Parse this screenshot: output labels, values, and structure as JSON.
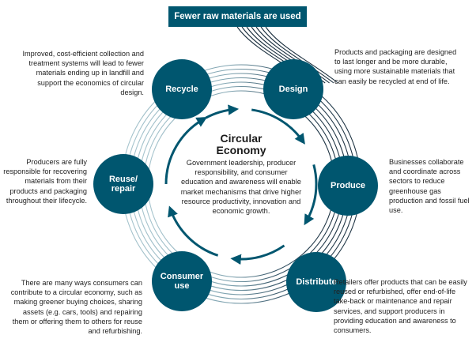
{
  "title_box": "Fewer raw materials are used",
  "center": {
    "title": "Circular\nEconomy",
    "body": "Government leadership, producer responsibility, and consumer education and awareness will enable market mechanisms that drive higher resource productivity, innovation and economic growth."
  },
  "stages": [
    {
      "id": "recycle",
      "label": "Recycle",
      "description": "Improved, cost-efficient collection and treatment systems will lead to fewer materials ending up in landfill and support the economics of circular design."
    },
    {
      "id": "design",
      "label": "Design",
      "description": "Products and packaging are designed to last longer and be more durable, using more sustainable materials that can easily be recycled at end of life."
    },
    {
      "id": "produce",
      "label": "Produce",
      "description": "Businesses collaborate and coordinate across sectors to reduce greenhouse gas production and fossil fuel use."
    },
    {
      "id": "distribute",
      "label": "Distribute",
      "description": "Retailers offer products that can be easily reused or refurbished, offer end-of-life take-back or maintenance and repair services, and support producers in providing education and awareness to consumers."
    },
    {
      "id": "consumer-use",
      "label": "Consumer\nuse",
      "description": "There are many ways consumers can contribute to a circular economy, such as making greener buying choices, sharing assets (e.g. cars, tools) and repairing them or offering them to others for reuse and refurbishing."
    },
    {
      "id": "reuse-repair",
      "label": "Reuse/\nrepair",
      "description": "Producers are fully responsible for recovering materials from their products and packaging throughout their lifecycle."
    }
  ],
  "colors": {
    "node": "#00566f",
    "ring_dark": "#1d3a4f",
    "ring_light": "#9dbcc6",
    "arrow": "#00566f"
  }
}
